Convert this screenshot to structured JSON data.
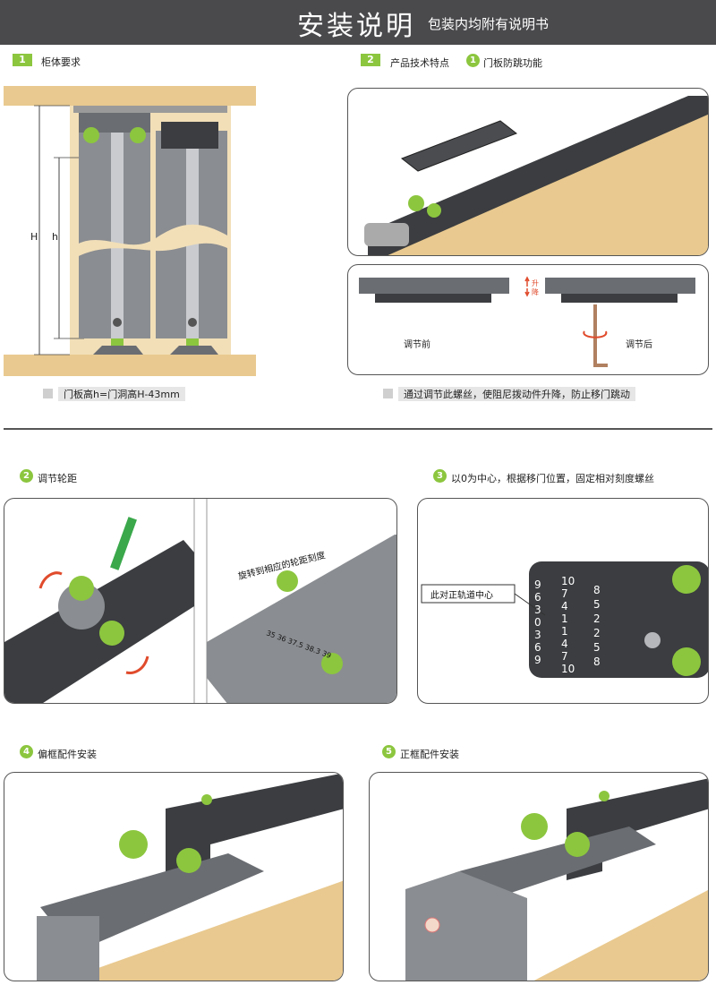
{
  "header": {
    "title": "安装说明",
    "subtitle": "包装内均附有说明书"
  },
  "section1": {
    "num": "1",
    "label": "柜体要求",
    "dim_H": "H",
    "dim_h": "h",
    "caption": "门板高h=门洞高H-43mm"
  },
  "section2": {
    "num": "2",
    "label": "产品技术特点",
    "feature_num": "1",
    "feature_label": "门板防跳功能",
    "before_label": "调节前",
    "after_label": "调节后",
    "up_label": "升",
    "down_label": "降",
    "caption": "通过调节此螺丝，使阻尼拨动件升降，防止移门跳动"
  },
  "step2": {
    "num": "2",
    "label": "调节轮距",
    "rotate_label": "旋转到相应的轮距刻度",
    "scale_values": [
      "35",
      "36",
      "37.5",
      "38.3",
      "39"
    ]
  },
  "step3": {
    "num": "3",
    "label": "以0为中心，根据移门位置，固定相对刻度螺丝",
    "callout": "此对正轨道中心",
    "col1": [
      "9",
      "6",
      "3",
      "0",
      "3",
      "6",
      "9"
    ],
    "col2": [
      "10",
      "7",
      "4",
      "1",
      "1",
      "4",
      "7",
      "10"
    ],
    "col3": [
      "8",
      "5",
      "2",
      "2",
      "5",
      "8"
    ]
  },
  "step4": {
    "num": "4",
    "label": "偏框配件安装"
  },
  "step5": {
    "num": "5",
    "label": "正框配件安装"
  },
  "colors": {
    "accent_green": "#8cc63f",
    "header_bg": "#4a4a4d",
    "wood": "#e9c98f",
    "metal_dark": "#3b3d40"
  }
}
